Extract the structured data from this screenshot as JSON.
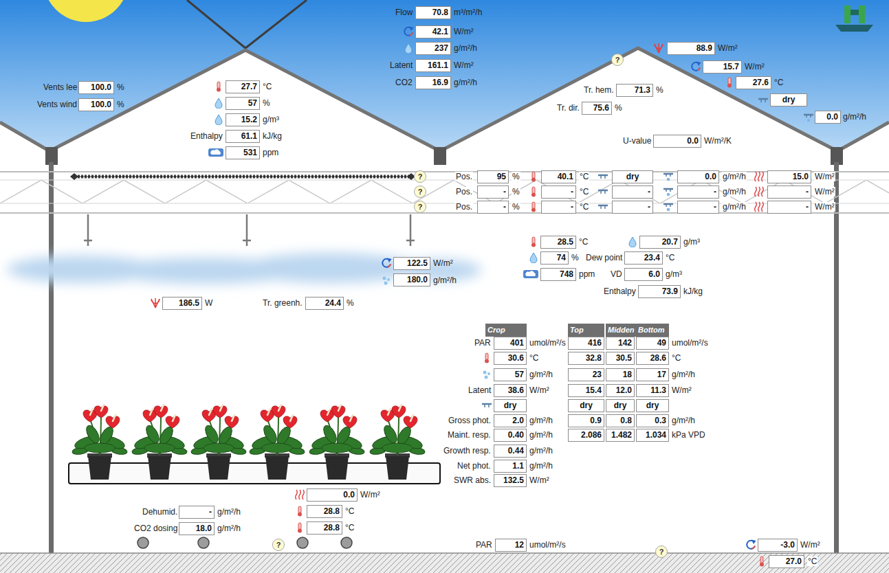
{
  "diagram": {
    "nodes": [
      {
        "text": [
          "70.8"
        ]
      },
      {
        "text": [
          "42.1"
        ]
      },
      {
        "text": [
          "237"
        ]
      },
      {
        "text": [
          "161.1"
        ]
      },
      {
        "text": [
          "16.9"
        ]
      },
      {
        "text": [
          "88.9"
        ]
      },
      {
        "text": [
          "?"
        ]
      },
      {
        "text": [
          "15.7"
        ]
      },
      {
        "text": [
          "27.6"
        ]
      },
      {
        "text": [
          "100.0"
        ]
      },
      {
        "text": [
          "27.7"
        ]
      },
      {
        "text": [
          "71.3"
        ]
      },
      {
        "text": [
          "dry"
        ]
      },
      {
        "text": [
          "100.0"
        ]
      },
      {
        "text": [
          "57"
        ]
      },
      {
        "text": [
          "75.6"
        ]
      },
      {
        "text": [
          "0.0"
        ]
      },
      {
        "text": [
          "15.2"
        ]
      },
      {
        "text": [
          "61.1"
        ]
      },
      {
        "text": [
          "0.0"
        ]
      },
      {
        "text": [
          "531"
        ]
      },
      {
        "text": [
          "?"
        ]
      },
      {
        "text": [
          "95"
        ]
      },
      {
        "text": [
          "40.1"
        ]
      },
      {
        "text": [
          "dry"
        ]
      },
      {
        "text": [
          "0.0"
        ]
      },
      {
        "text": [
          "15.0"
        ]
      },
      {
        "text": [
          "?"
        ]
      },
      {
        "text": [
          "-"
        ]
      },
      {
        "text": [
          "-"
        ]
      },
      {
        "text": [
          "-"
        ]
      },
      {
        "text": [
          "-"
        ]
      },
      {
        "text": [
          "-"
        ]
      },
      {
        "text": [
          "?"
        ]
      },
      {
        "text": [
          "-"
        ]
      },
      {
        "text": [
          "-"
        ]
      },
      {
        "text": [
          "-"
        ]
      },
      {
        "text": [
          "-"
        ]
      },
      {
        "text": [
          "-"
        ]
      },
      {
        "text": [
          "28.5"
        ]
      },
      {
        "text": [
          "20.7"
        ]
      },
      {
        "text": [
          "74"
        ]
      },
      {
        "text": [
          "23.4"
        ]
      },
      {
        "text": [
          "122.5"
        ]
      },
      {
        "text": [
          "748"
        ]
      },
      {
        "text": [
          "6.0"
        ]
      },
      {
        "text": [
          "180.0"
        ]
      },
      {
        "text": [
          "73.9"
        ]
      },
      {
        "text": [
          "186.5"
        ]
      },
      {
        "text": [
          "24.4"
        ]
      },
      {
        "text": [
          "Crop"
        ]
      },
      {
        "text": [
          "Top"
        ]
      },
      {
        "text": [
          "Midden"
        ]
      },
      {
        "text": [
          "Bottom"
        ]
      },
      {
        "text": [
          "401"
        ]
      },
      {
        "text": [
          "416"
        ]
      },
      {
        "text": [
          "142"
        ]
      },
      {
        "text": [
          "49"
        ]
      },
      {
        "text": [
          "30.6"
        ]
      },
      {
        "text": [
          "32.8"
        ]
      },
      {
        "text": [
          "30.5"
        ]
      },
      {
        "text": [
          "28.6"
        ]
      },
      {
        "text": [
          "57"
        ]
      },
      {
        "text": [
          "23"
        ]
      },
      {
        "text": [
          "18"
        ]
      },
      {
        "text": [
          "17"
        ]
      },
      {
        "text": [
          "38.6"
        ]
      },
      {
        "text": [
          "15.4"
        ]
      },
      {
        "text": [
          "12.0"
        ]
      },
      {
        "text": [
          "11.3"
        ]
      },
      {
        "text": [
          "dry"
        ]
      },
      {
        "text": [
          "dry"
        ]
      },
      {
        "text": [
          "dry"
        ]
      },
      {
        "text": [
          "dry"
        ]
      },
      {
        "text": [
          "2.0"
        ]
      },
      {
        "text": [
          "0.9"
        ]
      },
      {
        "text": [
          "0.8"
        ]
      },
      {
        "text": [
          "0.3"
        ]
      },
      {
        "text": [
          "0.40"
        ]
      },
      {
        "text": [
          "2.086"
        ]
      },
      {
        "text": [
          "1.482"
        ]
      },
      {
        "text": [
          "1.034"
        ]
      },
      {
        "text": [
          "0.44"
        ]
      },
      {
        "text": [
          "1.1"
        ]
      },
      {
        "text": [
          "132.5"
        ]
      },
      {
        "text": [
          "0.0"
        ]
      },
      {
        "text": [
          "-"
        ]
      },
      {
        "text": [
          "28.8"
        ]
      },
      {
        "text": [
          "18.0"
        ]
      },
      {
        "text": [
          "28.8"
        ]
      },
      {
        "text": [
          "?"
        ]
      },
      {
        "text": [
          "12"
        ]
      },
      {
        "text": [
          "-3.0"
        ]
      },
      {
        "text": [
          "?"
        ]
      },
      {
        "text": [
          "27.0"
        ]
      }
    ],
    "labels": [
      "Flow",
      "m³/m²/h",
      "W/m²",
      "g/m²/h",
      "Latent",
      "W/m²",
      "CO2",
      "g/m²/h",
      "W/m²",
      "W/m²",
      "°C",
      "g/m²/h",
      "Vents lee",
      "%",
      "Vents wind",
      "%",
      "°C",
      "%",
      "g/m³",
      "Enthalpy",
      "kJ/kg",
      "ppm",
      "Tr. hem.",
      "%",
      "Tr. dir.",
      "%",
      "U-value",
      "W/m²/K",
      "Pos.",
      "%",
      "°C",
      "g/m²/h",
      "W/m²",
      "Pos.",
      "%",
      "°C",
      "g/m²/h",
      "W/m²",
      "Pos.",
      "%",
      "°C",
      "g/m²/h",
      "W/m²",
      "°C",
      "g/m³",
      "%",
      "Dew point",
      "°C",
      "ppm",
      "VD",
      "g/m³",
      "Enthalpy",
      "kJ/kg",
      "W/m²",
      "g/m²/h",
      "W",
      "Tr. greenh.",
      "%",
      "PAR",
      "umol/m²/s",
      "umol/m²/s",
      "°C",
      "°C",
      "g/m²/h",
      "g/m²/h",
      "Latent",
      "W/m²",
      "W/m²",
      "Gross phot.",
      "g/m²/h",
      "g/m²/h",
      "Maint. resp.",
      "g/m²/h",
      "kPa VPD",
      "Growth resp.",
      "g/m²/h",
      "Net phot.",
      "g/m²/h",
      "SWR abs.",
      "W/m²",
      "W/m²",
      "Dehumid.",
      "g/m²/h",
      "°C",
      "CO2 dosing",
      "g/m²/h",
      "°C",
      "PAR",
      "umol/m²/s",
      "W/m²",
      "°C"
    ]
  }
}
